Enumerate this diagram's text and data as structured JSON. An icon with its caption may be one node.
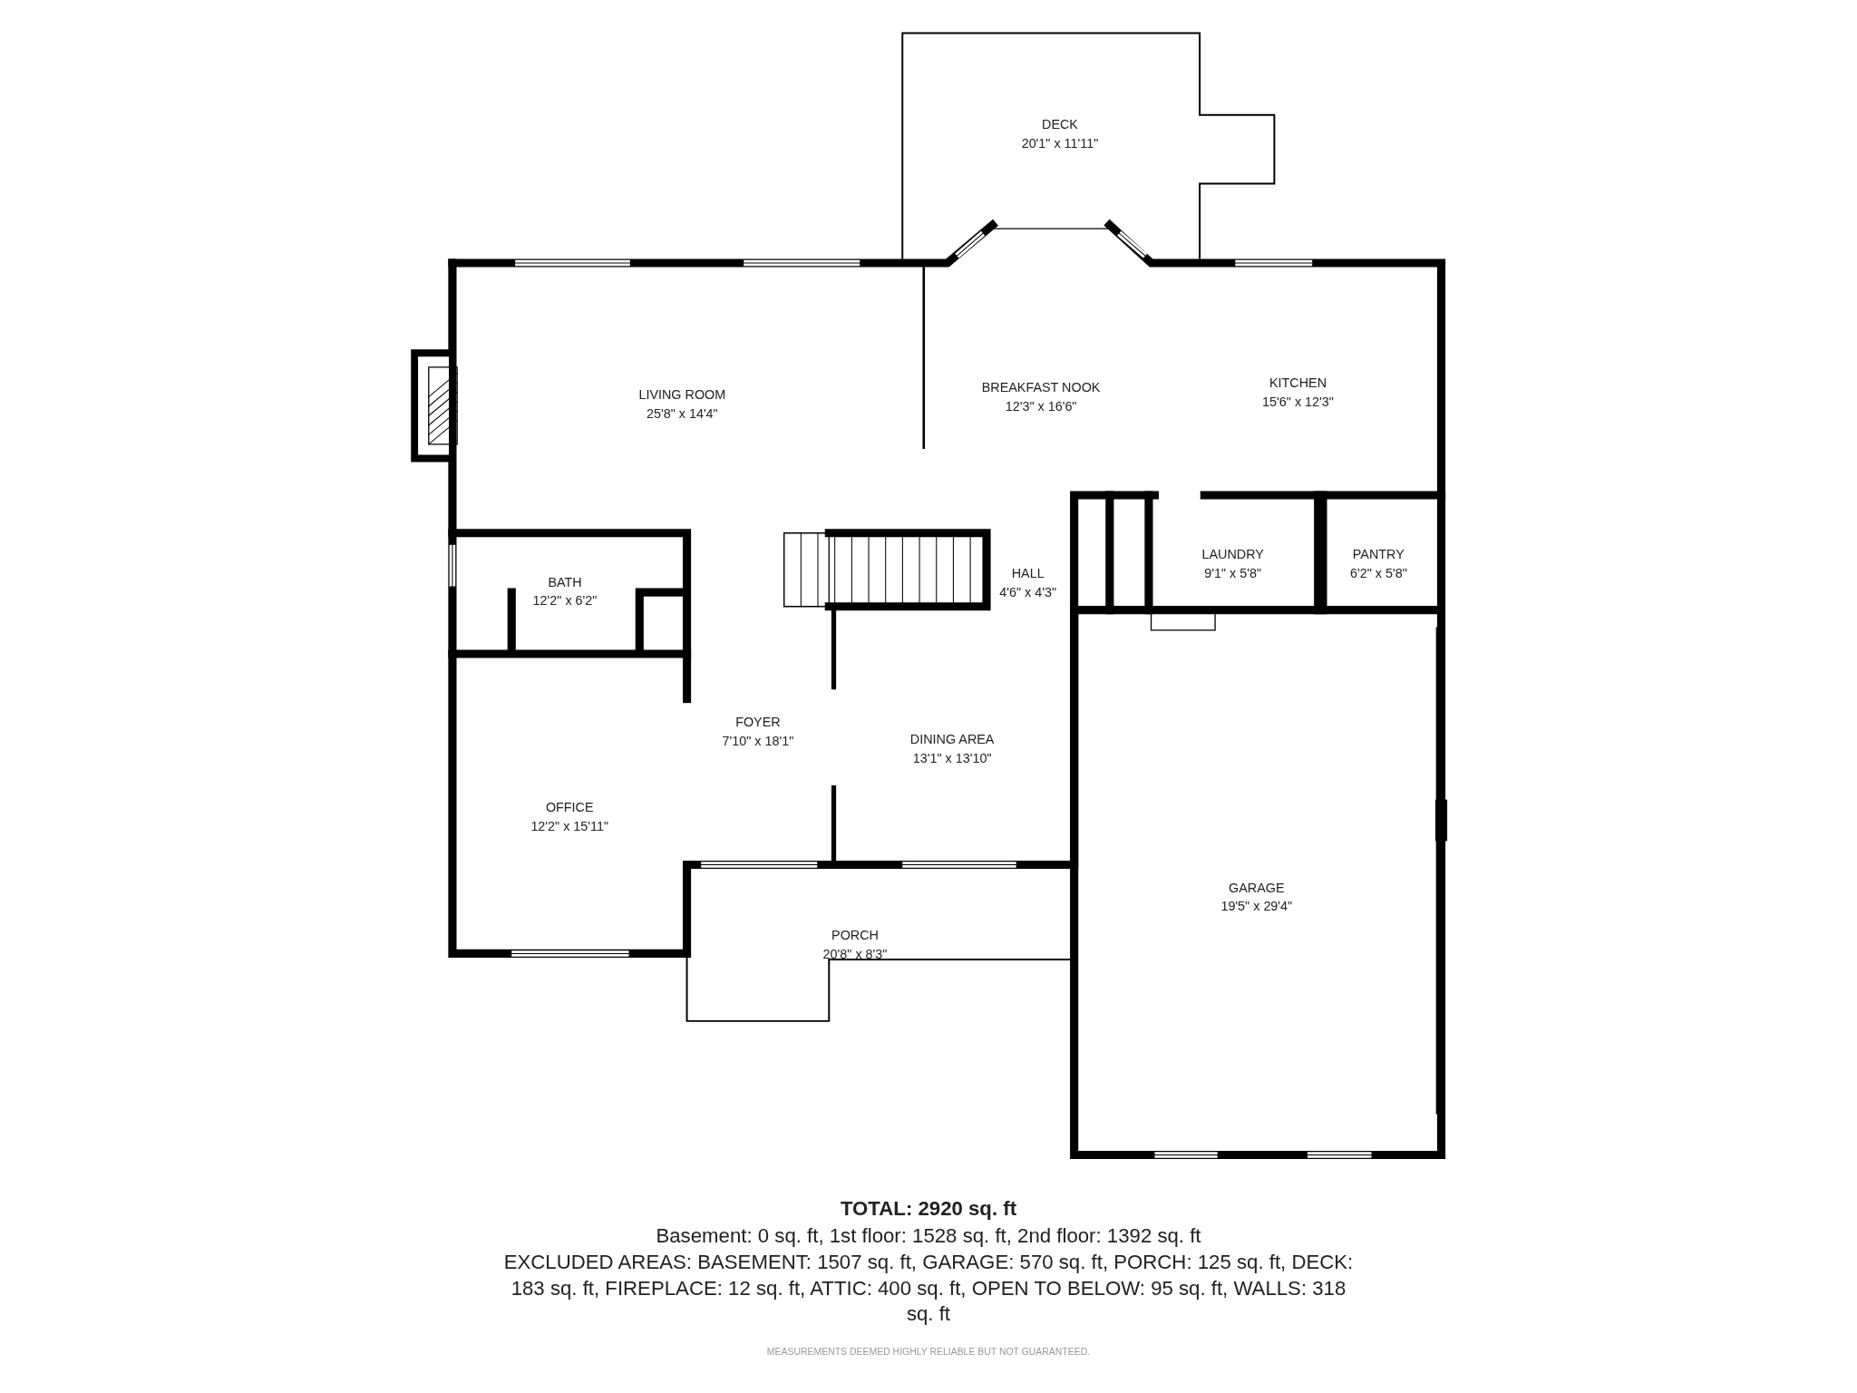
{
  "diagram": {
    "nodes": [
      {
        "text": [
          "DECK",
          "20'1\" x 11'11\""
        ]
      },
      {
        "text": [
          "LIVING ROOM",
          "25'8\" x 14'4\""
        ]
      },
      {
        "text": [
          "BREAKFAST NOOK",
          "12'3\" x 16'6\""
        ]
      },
      {
        "text": [
          "KITCHEN",
          "15'6\" x 12'3\""
        ]
      },
      {
        "text": [
          "BATH",
          "12'2\" x 6'2\""
        ]
      },
      {
        "text": [
          "HALL",
          "4'6\" x 4'3\""
        ]
      },
      {
        "text": [
          "LAUNDRY",
          "9'1\" x 5'8\""
        ]
      },
      {
        "text": [
          "PANTRY",
          "6'2\" x 5'8\""
        ]
      },
      {
        "text": [
          "FOYER",
          "7'10\" x 18'1\""
        ]
      },
      {
        "text": [
          "DINING AREA",
          "13'1\" x 13'10\""
        ]
      },
      {
        "text": [
          "OFFICE",
          "12'2\" x 15'11\""
        ]
      },
      {
        "text": [
          "GARAGE",
          "19'5\" x 29'4\""
        ]
      },
      {
        "text": [
          "PORCH",
          "20'8\" x 8'3\""
        ]
      }
    ],
    "labels": [
      "TOTAL: 2920 sq. ft",
      "Basement: 0 sq. ft, 1st floor: 1528 sq. ft, 2nd floor: 1392 sq. ft",
      "EXCLUDED AREAS: BASEMENT: 1507 sq. ft, GARAGE: 570 sq. ft, PORCH: 125 sq. ft, DECK: 183 sq. ft, FIREPLACE: 12 sq. ft, ATTIC: 400 sq. ft, OPEN TO BELOW: 95 sq. ft, WALLS: 318 sq. ft",
      "MEASUREMENTS DEEMED HIGHLY RELIABLE BUT NOT GUARANTEED."
    ]
  }
}
